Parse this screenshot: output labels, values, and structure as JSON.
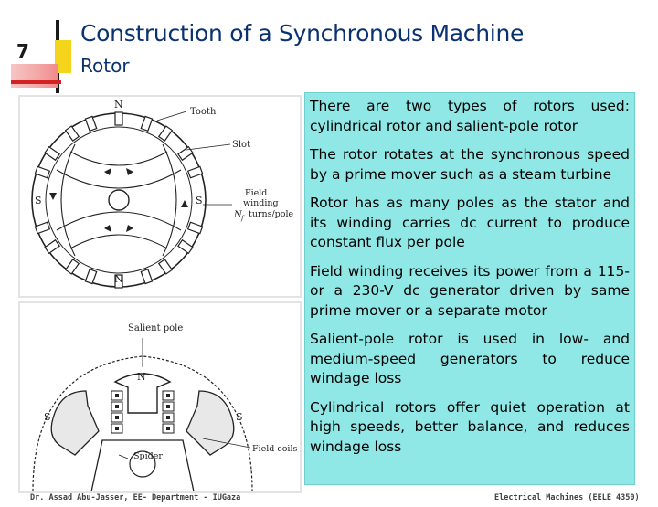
{
  "slide": {
    "number": "7",
    "title": "Construction of a Synchronous Machine",
    "subtitle": "Rotor"
  },
  "figure_top": {
    "labels": {
      "tooth": "Tooth",
      "slot": "Slot",
      "field": "Field",
      "winding": "winding",
      "turns_pole": "turns/pole",
      "nf": "N",
      "nf_sub": "f",
      "pole_n": "N",
      "pole_s": "S"
    }
  },
  "figure_bottom": {
    "labels": {
      "salient_pole": "Salient pole",
      "field_coils": "Field coils",
      "spider": "Spider",
      "pole_n": "N",
      "pole_s": "S"
    }
  },
  "text_panel": {
    "paragraphs": [
      "There are two types of rotors used: cylindrical rotor and salient-pole rotor",
      "The rotor rotates at the synchronous speed by a prime mover such as a steam turbine",
      "Rotor has as many poles as the stator and its winding carries dc current to produce constant flux per pole",
      "Field winding receives its power from a 115- or a 230-V dc generator driven by same prime mover or a separate motor",
      "Salient-pole rotor is used in low- and medium-speed generators to reduce windage loss",
      "Cylindrical rotors offer quiet operation at high speeds, better balance, and reduces windage loss"
    ]
  },
  "footer": {
    "author": "Dr. Assad Abu-Jasser, EE- Department - IUGaza",
    "course": "Electrical Machines (EELE 4350)"
  }
}
